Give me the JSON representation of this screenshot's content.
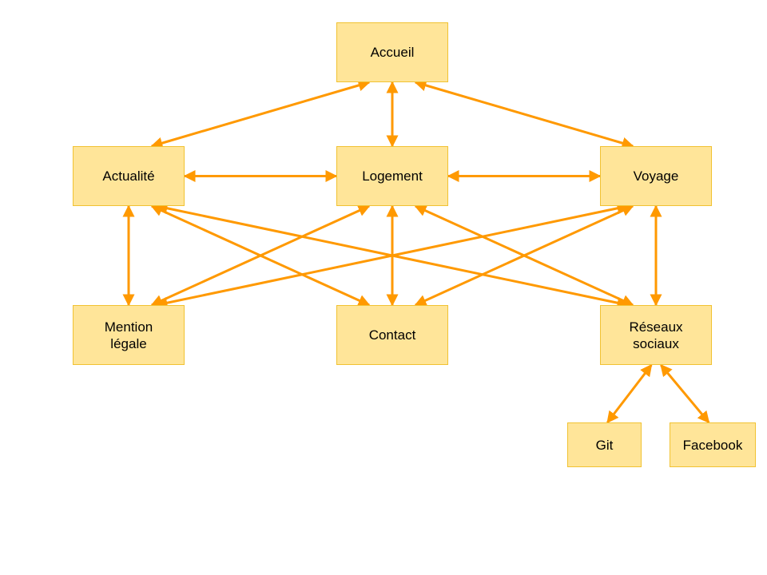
{
  "colors": {
    "node_fill": "#ffe599",
    "node_border": "#f1c232",
    "edge": "#ff9900",
    "background": "#ffffff"
  },
  "nodes": {
    "accueil": "Accueil",
    "actualite": "Actualité",
    "logement": "Logement",
    "voyage": "Voyage",
    "mention_legale": "Mention\nlégale",
    "contact": "Contact",
    "reseaux_sociaux": "Réseaux\nsociaux",
    "git": "Git",
    "facebook": "Facebook"
  },
  "edges": [
    {
      "from": "accueil",
      "to": "actualite",
      "bidirectional": true
    },
    {
      "from": "accueil",
      "to": "logement",
      "bidirectional": true
    },
    {
      "from": "accueil",
      "to": "voyage",
      "bidirectional": true
    },
    {
      "from": "actualite",
      "to": "logement",
      "bidirectional": true
    },
    {
      "from": "logement",
      "to": "voyage",
      "bidirectional": true
    },
    {
      "from": "actualite",
      "to": "mention_legale",
      "bidirectional": true
    },
    {
      "from": "actualite",
      "to": "contact",
      "bidirectional": true
    },
    {
      "from": "actualite",
      "to": "reseaux_sociaux",
      "bidirectional": true
    },
    {
      "from": "logement",
      "to": "mention_legale",
      "bidirectional": true
    },
    {
      "from": "logement",
      "to": "contact",
      "bidirectional": true
    },
    {
      "from": "logement",
      "to": "reseaux_sociaux",
      "bidirectional": true
    },
    {
      "from": "voyage",
      "to": "mention_legale",
      "bidirectional": true
    },
    {
      "from": "voyage",
      "to": "contact",
      "bidirectional": true
    },
    {
      "from": "voyage",
      "to": "reseaux_sociaux",
      "bidirectional": true
    },
    {
      "from": "reseaux_sociaux",
      "to": "git",
      "bidirectional": true
    },
    {
      "from": "reseaux_sociaux",
      "to": "facebook",
      "bidirectional": true
    }
  ]
}
